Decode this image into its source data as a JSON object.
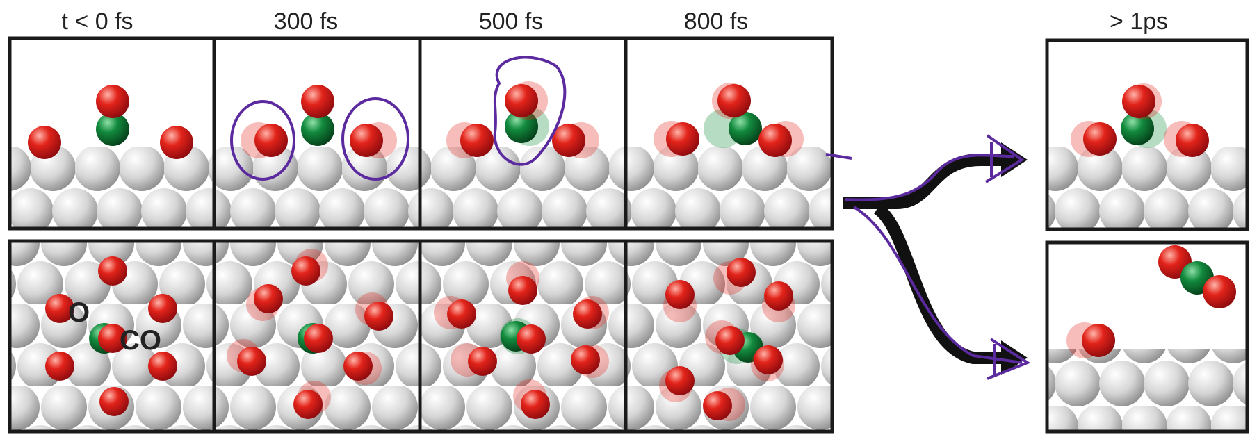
{
  "time_labels": {
    "t0": "t < 0 fs",
    "t300": "300 fs",
    "t500": "500 fs",
    "t800": "800 fs",
    "t1ps": "> 1ps"
  },
  "atom_labels": {
    "oxygen": "O",
    "co": "CO"
  },
  "colors": {
    "oxygen": "#d8141b",
    "carbon": "#0d6b2e",
    "substrate": "#d4d4d4",
    "annotation": "#5b2a9e",
    "frame": "#1a1a1a"
  }
}
